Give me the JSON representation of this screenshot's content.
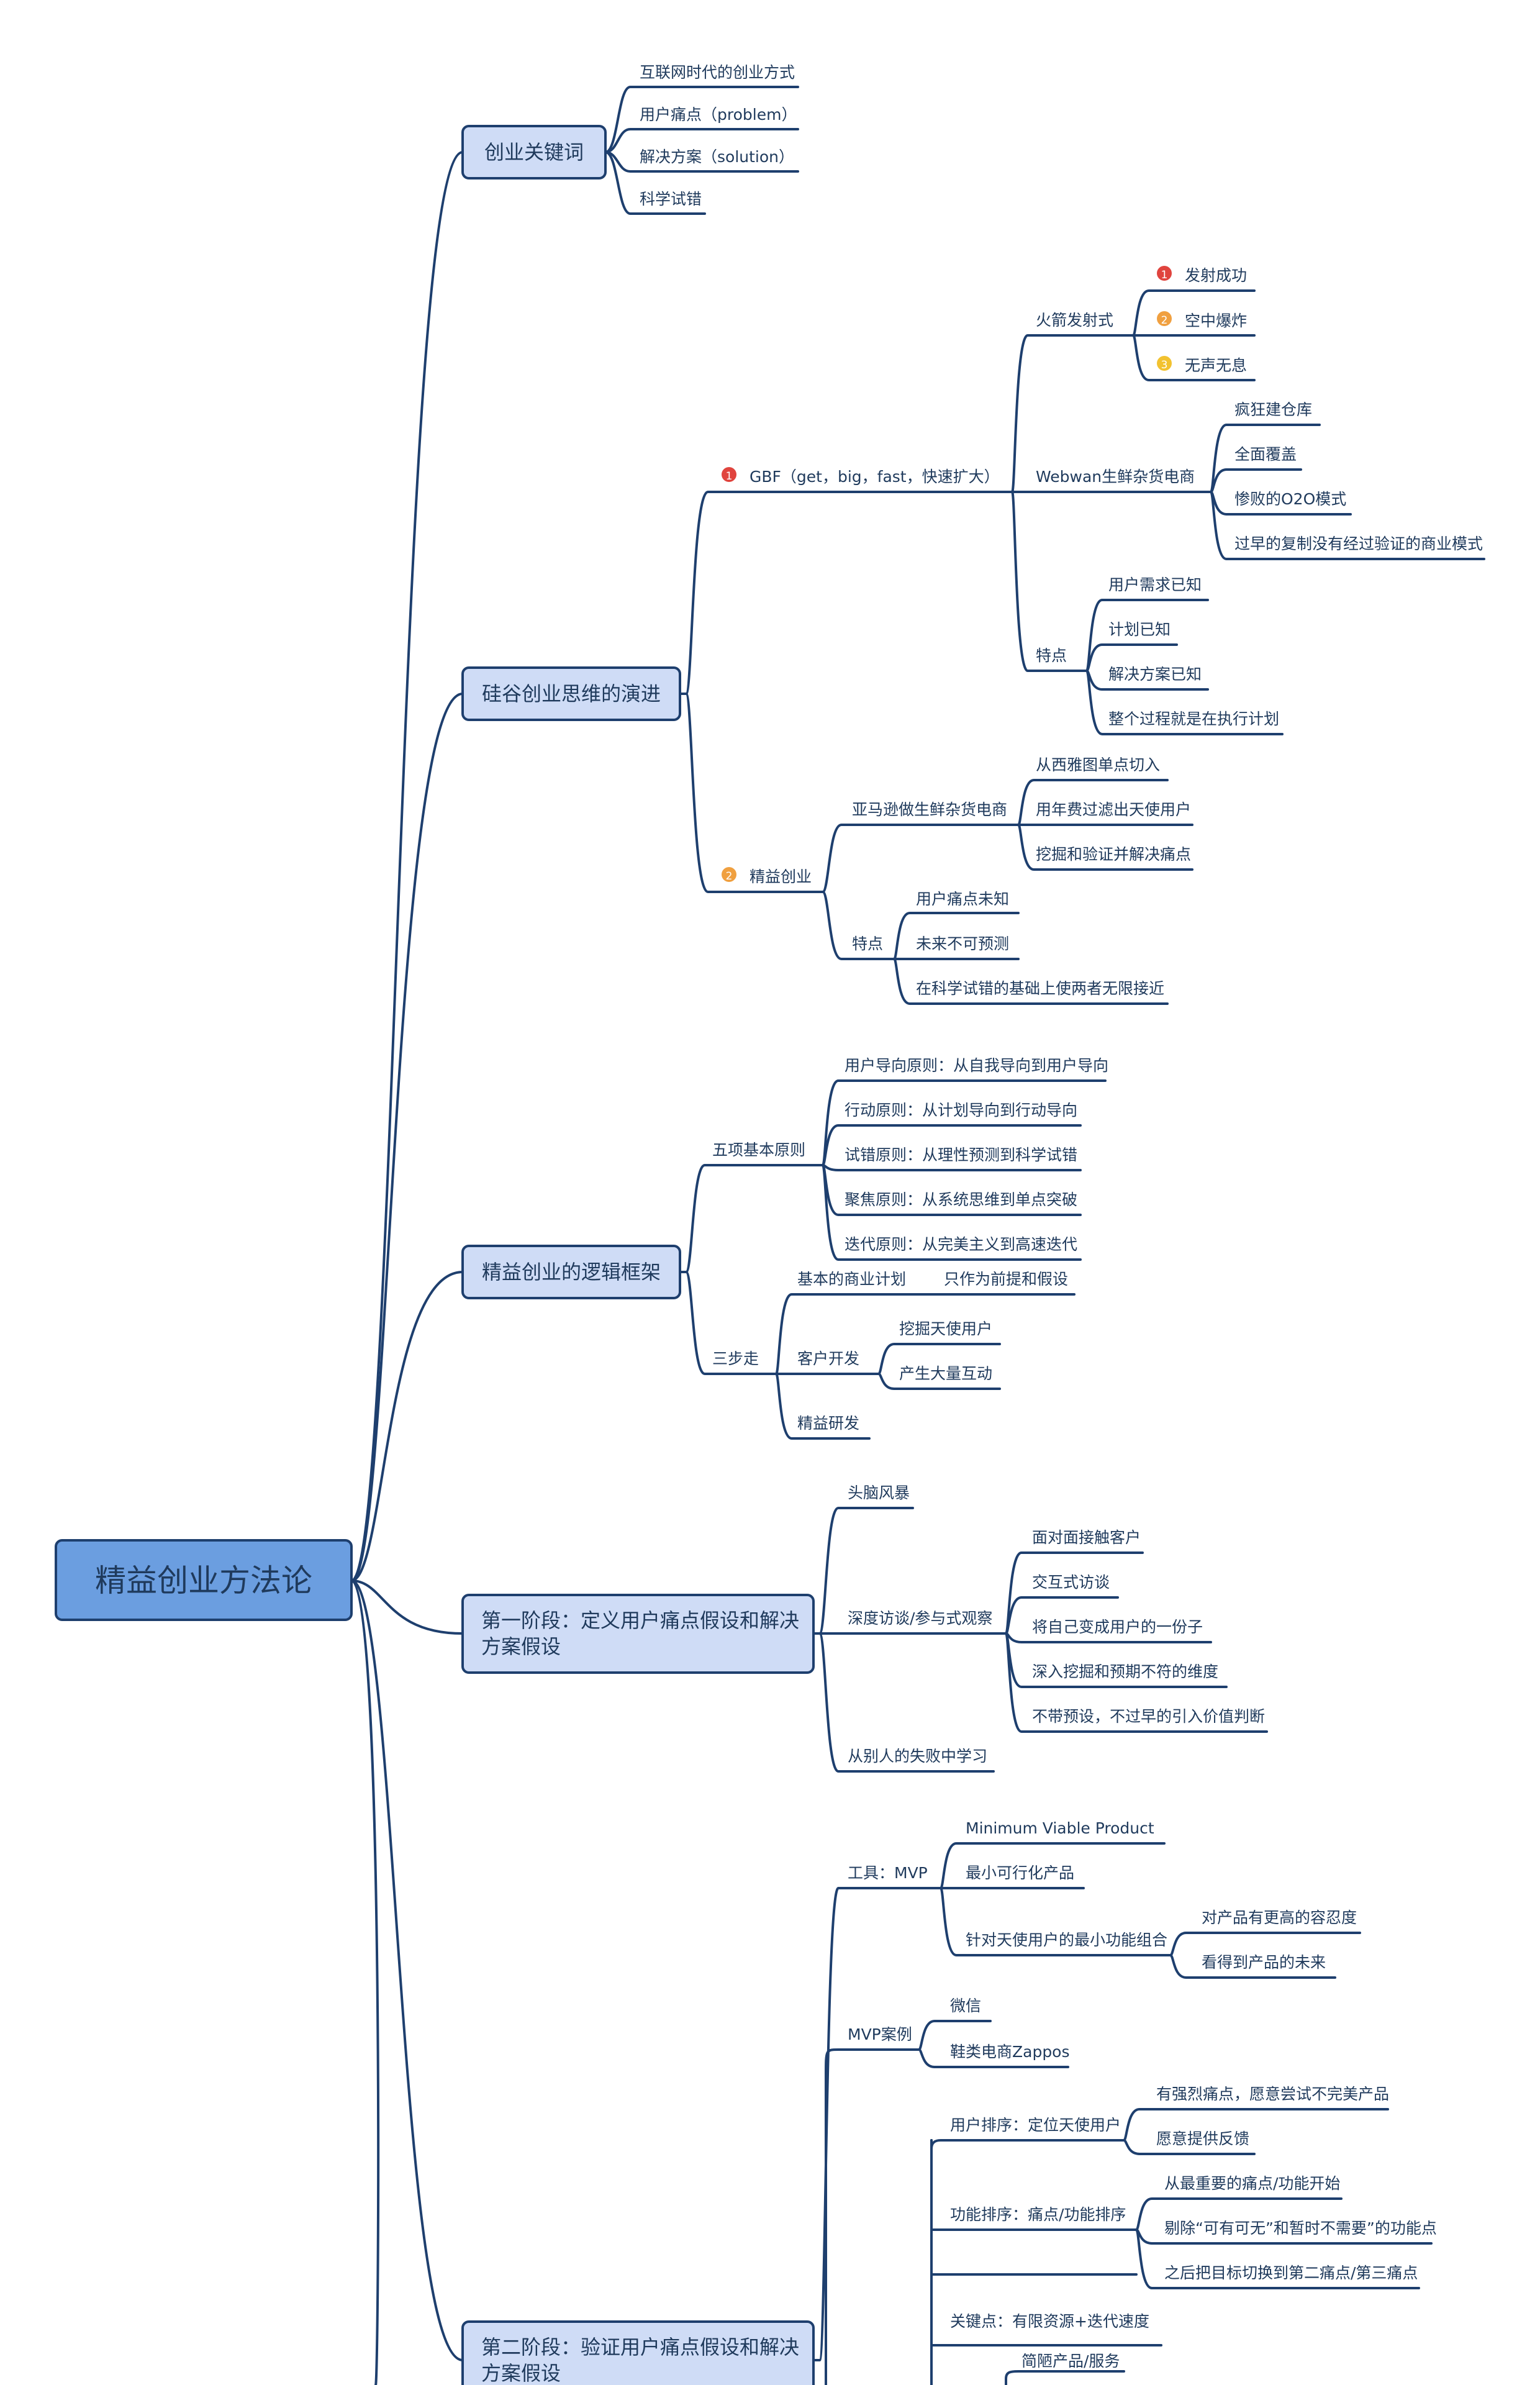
{
  "root": {
    "label": "精益创业方法论"
  },
  "marker_colors": {
    "red": "#e0443e",
    "orange": "#f0a040",
    "yellow": "#f2c230"
  },
  "branches": {
    "keywords": {
      "label": "创业关键词",
      "items": [
        "互联网时代的创业方式",
        "用户痛点（problem）",
        "解决方案（solution）",
        "科学试错"
      ]
    },
    "evolution": {
      "label": "硅谷创业思维的演进",
      "gbf": {
        "label": "GBF（get，big，fast，快速扩大）",
        "marker": "1",
        "rocket": {
          "label": "火箭发射式",
          "items": [
            {
              "marker": "1",
              "label": "发射成功"
            },
            {
              "marker": "2",
              "label": "空中爆炸"
            },
            {
              "marker": "3",
              "label": "无声无息"
            }
          ]
        },
        "webwan": {
          "label": "Webwan生鲜杂货电商",
          "items": [
            "疯狂建仓库",
            "全面覆盖",
            "惨败的O2O模式",
            "过早的复制没有经过验证的商业模式"
          ]
        },
        "features": {
          "label": "特点",
          "items": [
            "用户需求已知",
            "计划已知",
            "解决方案已知",
            "整个过程就是在执行计划"
          ]
        }
      },
      "lean": {
        "label": "精益创业",
        "marker": "2",
        "amazon": {
          "label": "亚马逊做生鲜杂货电商",
          "items": [
            "从西雅图单点切入",
            "用年费过滤出天使用户",
            "挖掘和验证并解决痛点"
          ]
        },
        "features": {
          "label": "特点",
          "items": [
            "用户痛点未知",
            "未来不可预测",
            "在科学试错的基础上使两者无限接近"
          ]
        }
      }
    },
    "framework": {
      "label": "精益创业的逻辑框架",
      "principles": {
        "label": "五项基本原则",
        "items": [
          "用户导向原则：从自我导向到用户导向",
          "行动原则：从计划导向到行动导向",
          "试错原则：从理性预测到科学试错",
          "聚焦原则：从系统思维到单点突破",
          "迭代原则：从完美主义到高速迭代"
        ]
      },
      "steps": {
        "label": "三步走",
        "plan": {
          "label": "基本的商业计划",
          "child": "只作为前提和假设"
        },
        "customer": {
          "label": "客户开发",
          "items": [
            "挖掘天使用户",
            "产生大量互动"
          ]
        },
        "rd": {
          "label": "精益研发"
        }
      }
    },
    "stage1": {
      "label_line1": "第一阶段：定义用户痛点假设和解决",
      "label_line2": "方案假设",
      "brainstorm": "头脑风暴",
      "interview": {
        "label": "深度访谈/参与式观察",
        "items": [
          "面对面接触客户",
          "交互式访谈",
          "将自己变成用户的一份子",
          "深入挖掘和预期不符的维度",
          "不带预设，不过早的引入价值判断"
        ]
      },
      "learn": "从别人的失败中学习"
    },
    "stage2": {
      "label_line1": "第二阶段：验证用户痛点假设和解决",
      "label_line2": "方案假设",
      "mvp": {
        "label": "工具：MVP",
        "def_en": "Minimum Viable Product",
        "def_cn": "最小可行化产品",
        "combo": {
          "label": "针对天使用户的最小功能组合",
          "items": [
            "对产品有更高的容忍度",
            "看得到产品的未来"
          ]
        }
      },
      "cases": {
        "label": "MVP案例",
        "items": [
          "微信",
          "鞋类电商Zappos"
        ]
      },
      "users": {
        "label": "用户排序：定位天使用户",
        "items": [
          "有强烈痛点，愿意尝试不完美产品",
          "愿意提供反馈"
        ]
      },
      "functions": {
        "label": "功能排序：痛点/功能排序",
        "items": [
          "从最重要的痛点/功能开始",
          "剔除“可有可无”和暂时不需要”的功能点",
          "之后把目标切换到第二痛点/第三痛点"
        ]
      },
      "key": "关键点：有限资源+迭代速度",
      "simple": "简陋产品/服务"
    }
  }
}
